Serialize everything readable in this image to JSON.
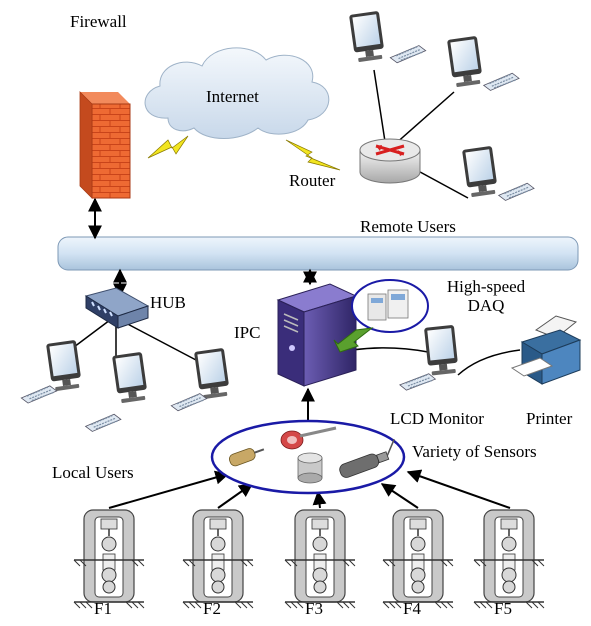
{
  "labels": {
    "firewall": "Firewall",
    "internet": "Internet",
    "router": "Router",
    "remote_users": "Remote Users",
    "hub": "HUB",
    "ipc": "IPC",
    "high_speed_daq_line1": "High-speed",
    "high_speed_daq_line2": "DAQ",
    "lcd_monitor": "LCD Monitor",
    "printer": "Printer",
    "variety_of_sensors": "Variety of Sensors",
    "local_users": "Local Users"
  },
  "stands": [
    "F1",
    "F2",
    "F3",
    "F4",
    "F5"
  ],
  "colors": {
    "bus": "#d6e6f5",
    "firewall": "#e8542a",
    "server": "#4a3a8c",
    "sensor_ellipse": "#1a1aa6",
    "cloud": "#dde8f3"
  }
}
